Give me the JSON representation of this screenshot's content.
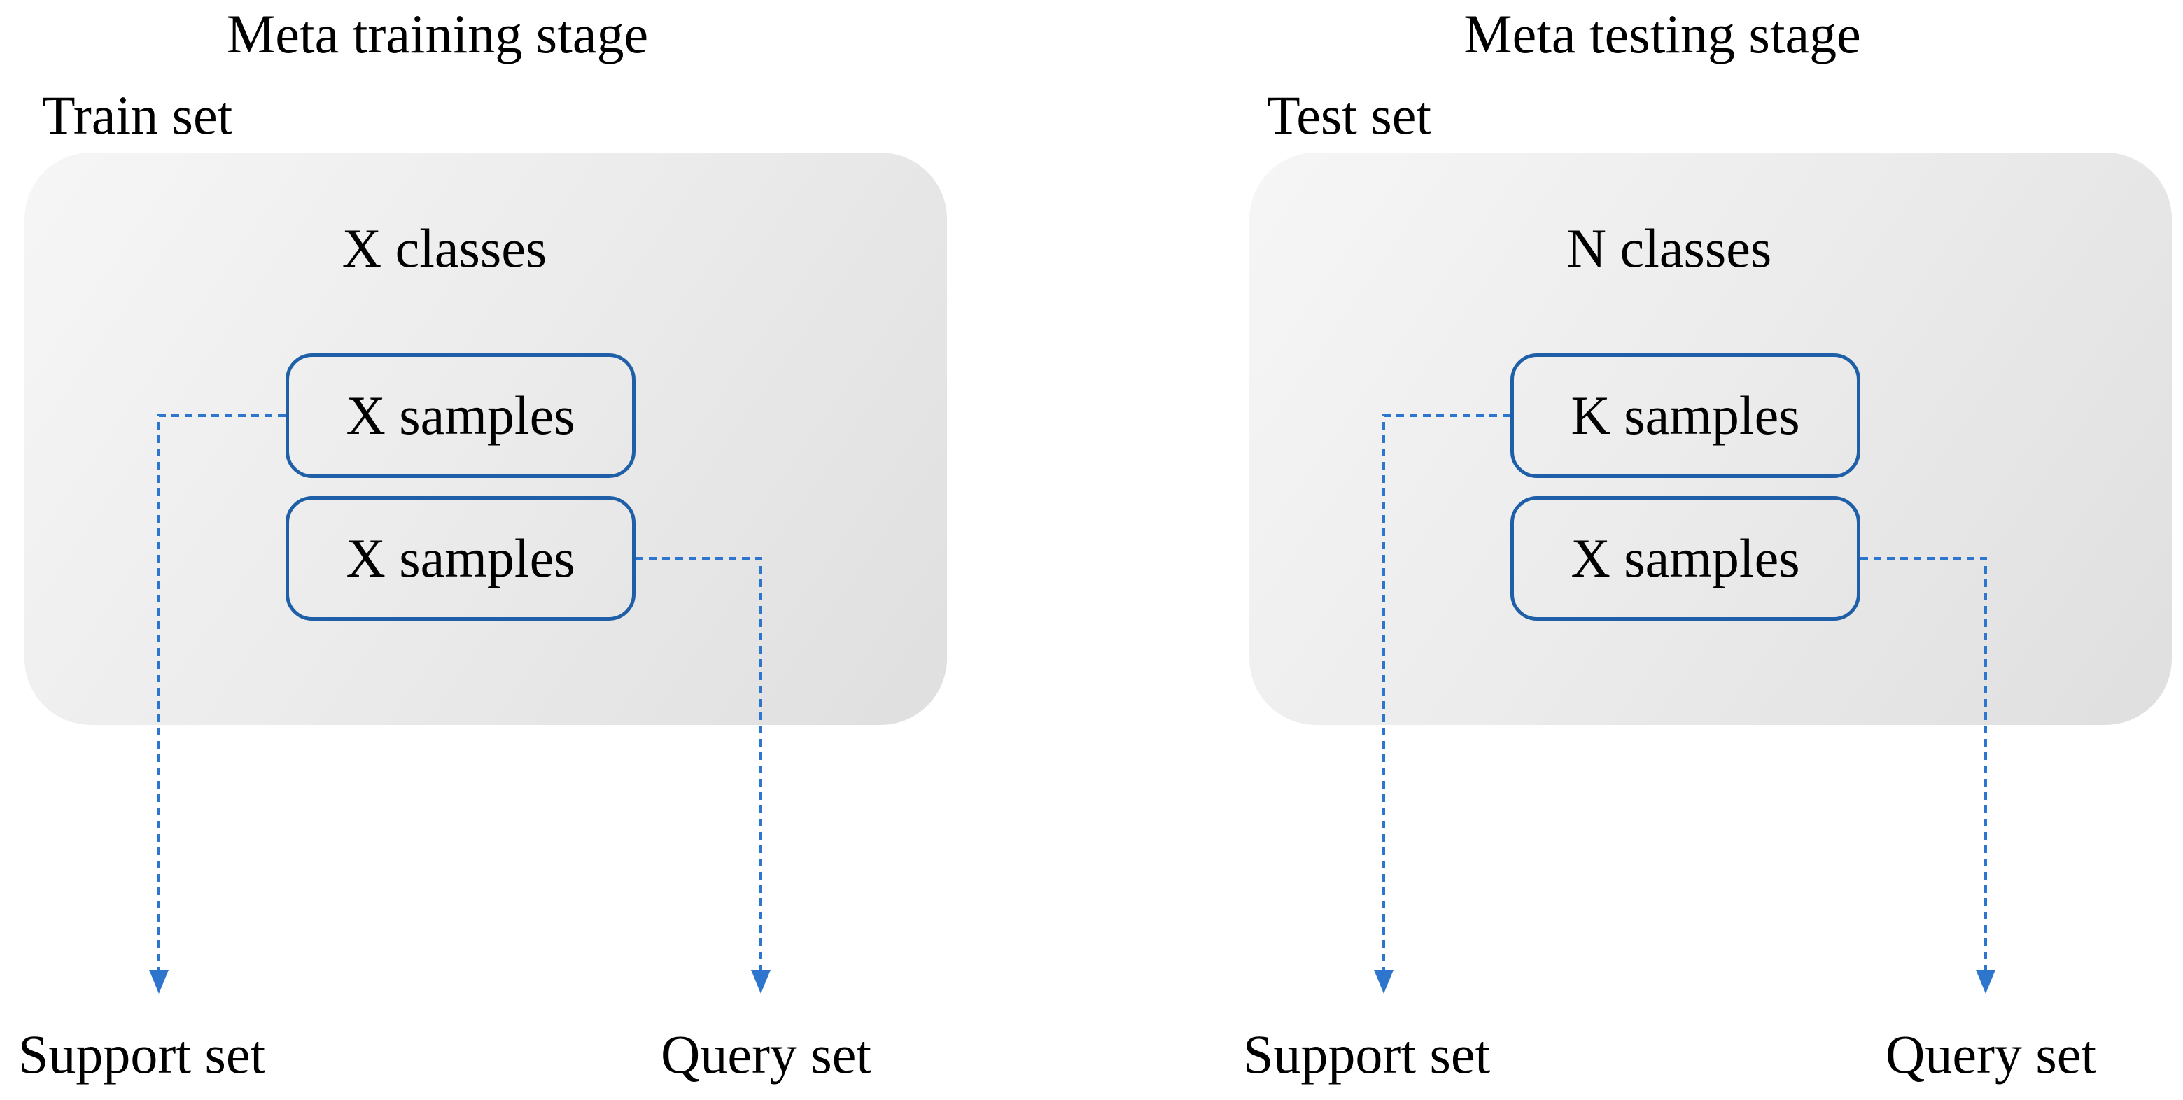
{
  "figure": {
    "panels": [
      {
        "title": "Meta training stage",
        "dataset_label": "Train set",
        "classes_label": "X classes",
        "sample_boxes": [
          "X samples",
          "X samples"
        ],
        "support_label": "Support set",
        "query_label": "Query set"
      },
      {
        "title": "Meta testing stage",
        "dataset_label": "Test set",
        "classes_label": "N classes",
        "sample_boxes": [
          "K samples",
          "X samples"
        ],
        "support_label": "Support set",
        "query_label": "Query set"
      }
    ]
  },
  "colors": {
    "sample_box_border": "#1f5fa8",
    "connector_blue": "#2e76cd",
    "panel_fill_light": "#f6f6f6",
    "panel_fill_mid": "#eaeaea",
    "panel_fill_dark": "#dfdfdf",
    "text_color": "#000000",
    "bg_color": "#ffffff"
  }
}
